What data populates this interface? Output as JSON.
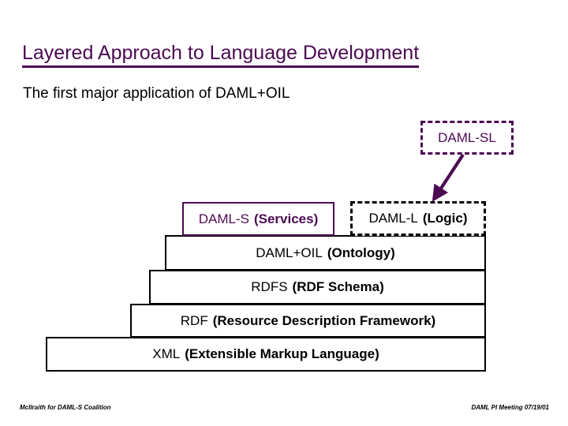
{
  "slide": {
    "title": "Layered Approach to Language Development",
    "subtitle": "The first major application of DAML+OIL",
    "title_color": "#4c0a52",
    "body_color": "#000000",
    "background": "#ffffff"
  },
  "diagram": {
    "top_box": {
      "name": "DAML-SL",
      "label": "DAML-SL",
      "border_style": "dashed",
      "color": "#4c0a52"
    },
    "arrow": {
      "name": "daml-sl-to-daml-l-arrow",
      "color": "#4c0a52",
      "from": "DAML-SL",
      "to": "DAML-L"
    },
    "side_boxes": [
      {
        "name": "DAML-S",
        "acronym": "DAML-S",
        "expansion": "(Services)",
        "border_style": "solid",
        "color": "#4c0a52"
      },
      {
        "name": "DAML-L",
        "acronym": "DAML-L",
        "expansion": "(Logic)",
        "border_style": "dashed",
        "color": "#000000"
      }
    ],
    "layers": [
      {
        "name": "DAML+OIL",
        "acronym": "DAML+OIL",
        "expansion": "(Ontology)"
      },
      {
        "name": "RDFS",
        "acronym": "RDFS",
        "expansion": "(RDF Schema)"
      },
      {
        "name": "RDF",
        "acronym": "RDF",
        "expansion": "(Resource Description Framework)"
      },
      {
        "name": "XML",
        "acronym": "XML",
        "expansion": "(Extensible Markup Language)"
      }
    ]
  },
  "footer": {
    "left": "McIlraith for DAML-S Coalition",
    "right": "DAML PI Meeting 07/19/01"
  }
}
